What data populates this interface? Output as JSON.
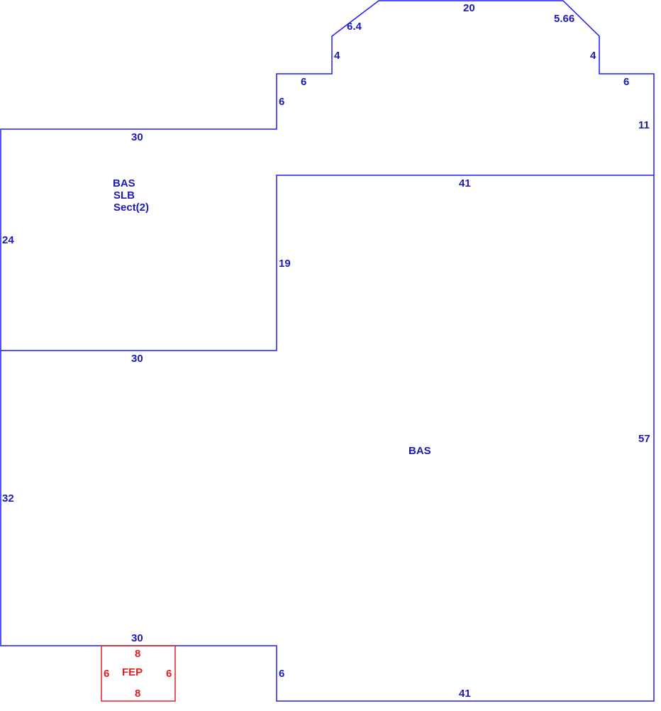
{
  "colors": {
    "main": "#1a1aff",
    "main_text": "#1a1ab8",
    "porch": "#e02020"
  },
  "labels": {
    "bas_top": "BAS",
    "slb": "SLB",
    "sect": "Sect(2)",
    "bas_main": "BAS",
    "fep": "FEP"
  },
  "dims": {
    "top_20": "20",
    "diag_left": "6.4",
    "diag_right": "5.66",
    "wall_4_left": "4",
    "wall_4_right": "4",
    "step_6_left": "6",
    "step_6_right": "6",
    "step_6_vert": "6",
    "right_11": "11",
    "top_30": "30",
    "inner_41": "41",
    "left_24": "24",
    "inner_19": "19",
    "mid_30": "30",
    "left_32": "32",
    "right_57": "57",
    "bottom_30": "30",
    "bottom_6": "6",
    "bottom_41": "41"
  },
  "porch_dims": {
    "top": "8",
    "bottom": "8",
    "left": "6",
    "right": "6"
  }
}
